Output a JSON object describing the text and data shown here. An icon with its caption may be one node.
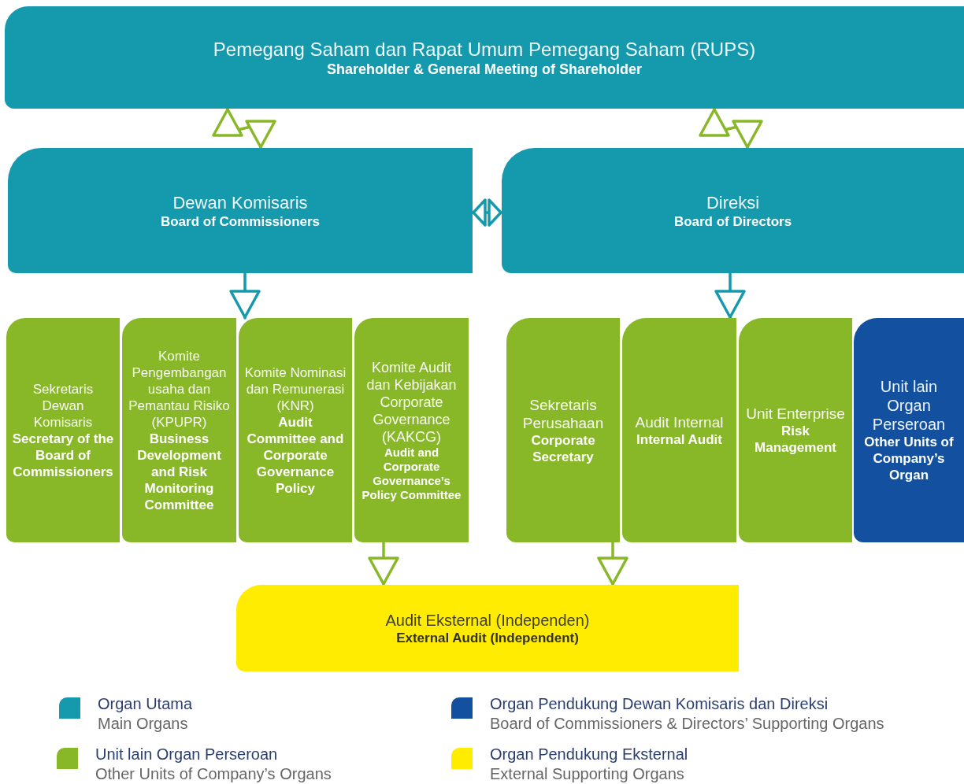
{
  "diagram": {
    "nodes": [
      {
        "text": [
          "Pemegang Saham dan Rapat Umum Pemegang Saham (RUPS)",
          "Shareholder & General Meeting of Shareholder"
        ]
      },
      {
        "text": [
          "Dewan Komisaris",
          "Board of Commissioners"
        ]
      },
      {
        "text": [
          "Direksi",
          "Board of Directors"
        ]
      },
      {
        "text": [
          "Sekretaris Dewan Komisaris",
          "Secretary of the Board of Commissioners"
        ]
      },
      {
        "text": [
          "Komite Pengembangan usaha dan Pemantau Risiko (KPUPR)",
          "Business Development and Risk Monitoring Committee"
        ]
      },
      {
        "text": [
          "Komite Nominasi dan Remunerasi (KNR)",
          "Audit Committee and Corporate Governance Policy"
        ]
      },
      {
        "text": [
          "Komite Audit dan Kebijakan Corporate Governance (KAKCG)",
          "Audit and Corporate Governance’s Policy Committee"
        ]
      },
      {
        "text": [
          "Sekretaris Perusahaan",
          "Corporate Secretary"
        ]
      },
      {
        "text": [
          "Audit Internal",
          "Internal Audit"
        ]
      },
      {
        "text": [
          "Unit Enterprise",
          "Risk Management"
        ]
      },
      {
        "text": [
          "Unit lain Organ Perseroan",
          "Other Units of Company’s Organ"
        ]
      },
      {
        "text": [
          "Audit Eksternal (Independen)",
          "External Audit (Independent)"
        ]
      }
    ],
    "edges": [
      {
        "from": 0,
        "to": 1,
        "arrow": "both"
      },
      {
        "from": 0,
        "to": 2,
        "arrow": "both"
      },
      {
        "from": 1,
        "to": 2,
        "arrow": "both",
        "color": "#1599ad"
      },
      {
        "from": 1,
        "to": 5,
        "arrow": "to",
        "color": "#1599ad"
      },
      {
        "from": 2,
        "to": 8,
        "arrow": "to",
        "color": "#1599ad"
      },
      {
        "from": 6,
        "to": 11,
        "arrow": "to"
      },
      {
        "from": 7,
        "to": 11,
        "arrow": "to"
      }
    ],
    "labels": [
      "Main Organs",
      "Board of Commissioners & Directors’ Supporting Organs",
      "Other Units of Company’s Organs",
      "External Supporting Organs"
    ],
    "legend": [
      {
        "text": "Organ Utama",
        "color": "#1599ad"
      },
      {
        "text": "Organ Pendukung Dewan Komisaris dan Direksi",
        "color": "#1351a0"
      },
      {
        "text": "Unit lain Organ Perseroan",
        "color": "#88b828"
      },
      {
        "text": "Organ Pendukung Eksternal",
        "color": "#ffec00"
      }
    ]
  }
}
